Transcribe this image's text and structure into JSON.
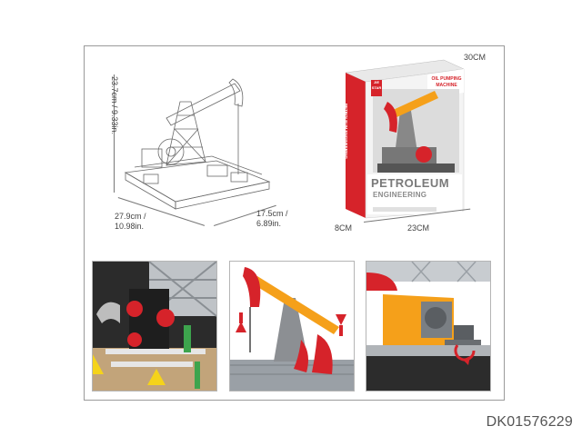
{
  "dimensions": {
    "height": "23.7cm / 9.33in.",
    "width_line1": "27.9cm /",
    "width_line2": "10.98in.",
    "depth_line1": "17.5cm /",
    "depth_line2": "6.89in."
  },
  "box": {
    "height": "30CM",
    "depth": "8CM",
    "width": "23CM",
    "logo_line1": "JIE",
    "logo_line2": "STAR",
    "subtitle_line1": "OIL PUMPING",
    "subtitle_line2": "MACHINE",
    "title": "PETROLEUM",
    "title_sub": "ENGINEERING",
    "side_text": "PETROLEUM ENGINEERING"
  },
  "reference": "DK01576229",
  "colors": {
    "box_red": "#d6232a",
    "crane_yellow": "#f5a01a",
    "frame_gray": "#8c8f93"
  }
}
